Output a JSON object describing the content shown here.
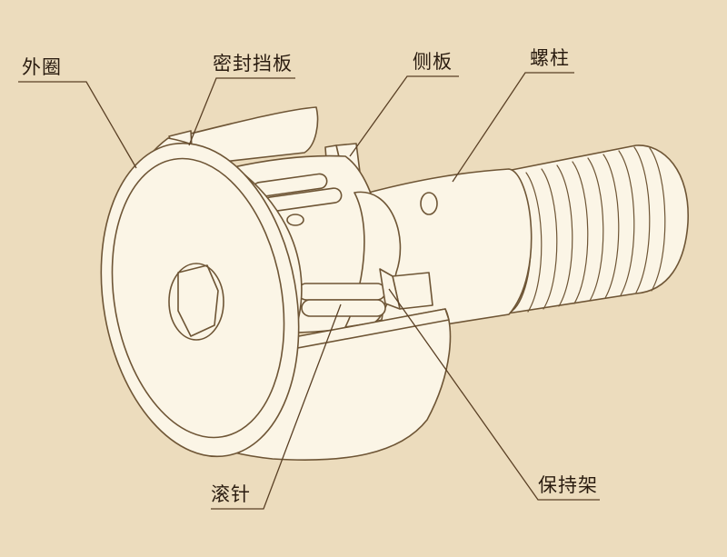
{
  "labels": {
    "outer_ring": "外圈",
    "seal_shield": "密封挡板",
    "side_plate": "侧板",
    "stud": "螺柱",
    "needle_roller": "滚针",
    "cage": "保持架"
  },
  "colors": {
    "background": "#ecdcbd",
    "part_fill": "#fbf5e6",
    "stroke": "#6e5535",
    "leader": "#5a4025"
  }
}
